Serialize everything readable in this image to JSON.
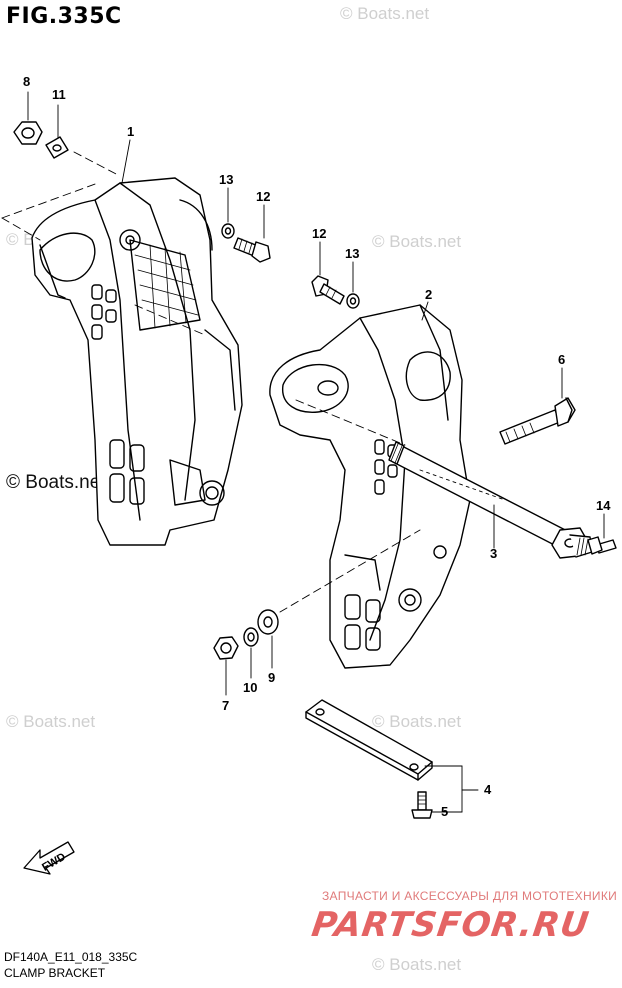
{
  "figure": {
    "title": "FIG.335C",
    "code": "DF140A_E11_018_335C",
    "caption": "CLAMP BRACKET"
  },
  "watermarks": {
    "boats_small": "© Boats.net",
    "boats_dark": "© Boats.net"
  },
  "promo": {
    "tagline": "ЗАПЧАСТИ И АКСЕССУАРЫ ДЛЯ МОТОТЕХНИКИ",
    "brand": "PARTSFOR.RU"
  },
  "direction": {
    "label": "FWD"
  },
  "callouts": [
    "8",
    "11",
    "1",
    "13",
    "12",
    "12",
    "13",
    "2",
    "6",
    "14",
    "3",
    "7",
    "10",
    "9",
    "4",
    "5"
  ]
}
